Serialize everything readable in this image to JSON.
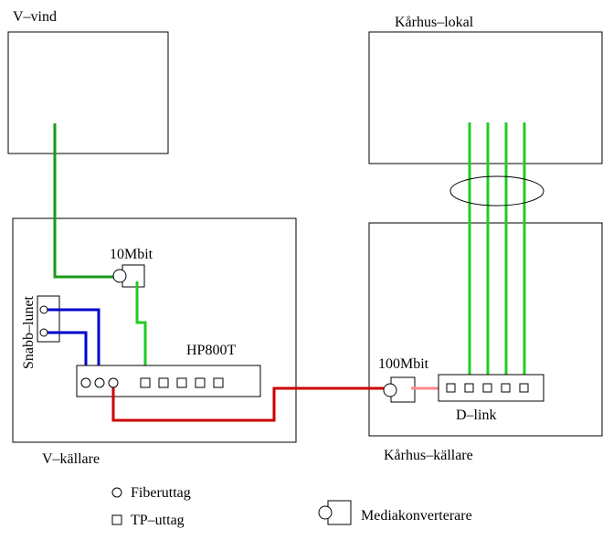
{
  "rooms": {
    "v_vind": "V–vind",
    "v_kallare": "V–källare",
    "karhus_lokal": "Kårhus–lokal",
    "karhus_kallare": "Kårhus–källare"
  },
  "devices": {
    "media_10": "10Mbit",
    "switch_hp": "HP800T",
    "media_100": "100Mbit",
    "switch_dlink": "D–link",
    "snabb_lunet": "Snabb–lunet"
  },
  "legend": {
    "fiber": "Fiberuttag",
    "tp": "TP–uttag",
    "mediaconverter": "Mediakonverterare"
  },
  "colors": {
    "green_dark": "#1a9a1a",
    "green_light": "#22cc22",
    "blue": "#0000cc",
    "red": "#cc0000",
    "pink": "#ff8a8a"
  }
}
